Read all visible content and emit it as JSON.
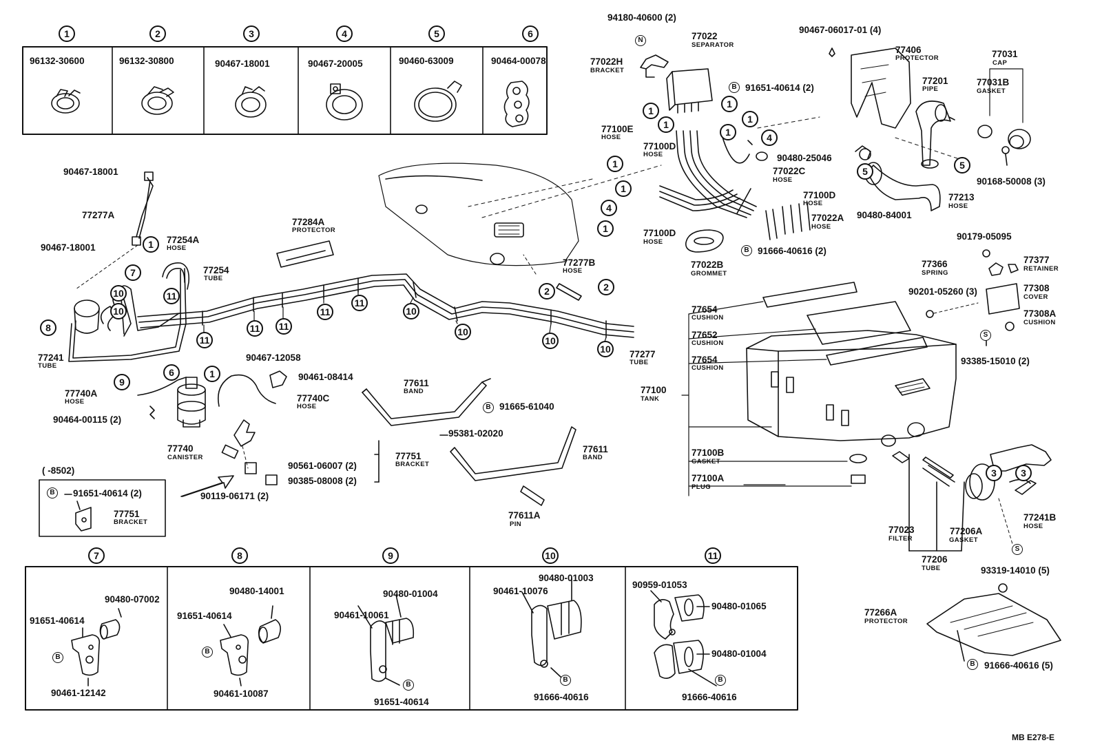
{
  "top_clamps": [
    {
      "no": "1",
      "part": "96132-30600"
    },
    {
      "no": "2",
      "part": "96132-30800"
    },
    {
      "no": "3",
      "part": "90467-18001"
    },
    {
      "no": "4",
      "part": "90467-20005"
    },
    {
      "no": "5",
      "part": "90460-63009"
    },
    {
      "no": "6",
      "part": "90464-00078"
    }
  ],
  "bottom_groups": [
    {
      "no": "7",
      "a": "90480-07002",
      "b": "91651-40614",
      "c": "90461-12142"
    },
    {
      "no": "8",
      "a": "90480-14001",
      "b": "91651-40614",
      "c": "90461-10087"
    },
    {
      "no": "9",
      "a": "90480-01004",
      "b": "90461-10061",
      "c": "91651-40614"
    },
    {
      "no": "10",
      "a": "90480-01003",
      "b": "90461-10076",
      "c": "91666-40616"
    },
    {
      "no": "11",
      "a": "90959-01053",
      "b": "90480-01065",
      "c": "90480-01004",
      "d": "91666-40616"
    }
  ],
  "inset": {
    "range": "(      -8502)",
    "part": "91651-40614 (2)",
    "num": "77751",
    "name": "BRACKET"
  },
  "callouts": {
    "p77277A": "77277A",
    "p90467_18001a": "90467-18001",
    "p90467_18001b": "90467-18001",
    "p77254A": "77254A",
    "n_hose": "HOSE",
    "p77254": "77254",
    "n_tube": "TUBE",
    "p77284A": "77284A",
    "n_protector": "PROTECTOR",
    "p77241": "77241",
    "p90467_12058": "90467-12058",
    "p90461_08414": "90461-08414",
    "p77740A": "77740A",
    "p77740C": "77740C",
    "p90464_00115": "90464-00115 (2)",
    "p77740": "77740",
    "n_canister": "CANISTER",
    "p90561_06007": "90561-06007 (2)",
    "p90385_08008": "90385-08008 (2)",
    "p77751": "77751",
    "n_bracket": "BRACKET",
    "p90119_06171": "90119-06171 (2)",
    "p77611a": "77611",
    "n_band": "BAND",
    "p91665_61040": "91665-61040",
    "p95381_02020": "95381-02020",
    "p77611b": "77611",
    "p77611A": "77611A",
    "n_pin": "PIN",
    "p77277B": "77277B",
    "p77277": "77277",
    "p94180": "94180-40600 (2)",
    "p77022": "77022",
    "n_separator": "SEPARATOR",
    "p77022H": "77022H",
    "p91651_40614_2": "91651-40614 (2)",
    "p77100E": "77100E",
    "p77100D_a": "77100D",
    "p77100D_b": "77100D",
    "p77100D_c": "77100D",
    "p77022C": "77022C",
    "p77022A": "77022A",
    "p77022B": "77022B",
    "n_grommet": "GROMMET",
    "p91666_40616_2": "91666-40616 (2)",
    "p90480_25046": "90480-25046",
    "p90467_06017": "90467-06017-01 (4)",
    "p77406": "77406",
    "p77031": "77031",
    "n_cap": "CAP",
    "p77201": "77201",
    "n_pipe": "PIPE",
    "p77031B": "77031B",
    "n_gasket": "GASKET",
    "p90168": "90168-50008 (3)",
    "p90480_84001": "90480-84001",
    "p77213": "77213",
    "p90179": "90179-05095",
    "p77366": "77366",
    "n_spring": "SPRING",
    "p77377": "77377",
    "n_retainer": "RETAINER",
    "p90201": "90201-05260 (3)",
    "p77308": "77308",
    "n_cover": "COVER",
    "p77308A": "77308A",
    "n_cushion": "CUSHION",
    "p93385": "93385-15010 (2)",
    "p77654a": "77654",
    "p77652": "77652",
    "p77654b": "77654",
    "p77100": "77100",
    "n_tank": "TANK",
    "p77100B": "77100B",
    "p77100A": "77100A",
    "n_plug": "PLUG",
    "p77023": "77023",
    "n_filter": "FILTER",
    "p77206A": "77206A",
    "p77206": "77206",
    "p77241B": "77241B",
    "p93319": "93319-14010 (5)",
    "p77266A": "77266A",
    "p91666_40616_5": "91666-40616 (5)",
    "code": "MB E278-E"
  },
  "markers": {
    "B": "B",
    "N": "N",
    "S": "S"
  }
}
